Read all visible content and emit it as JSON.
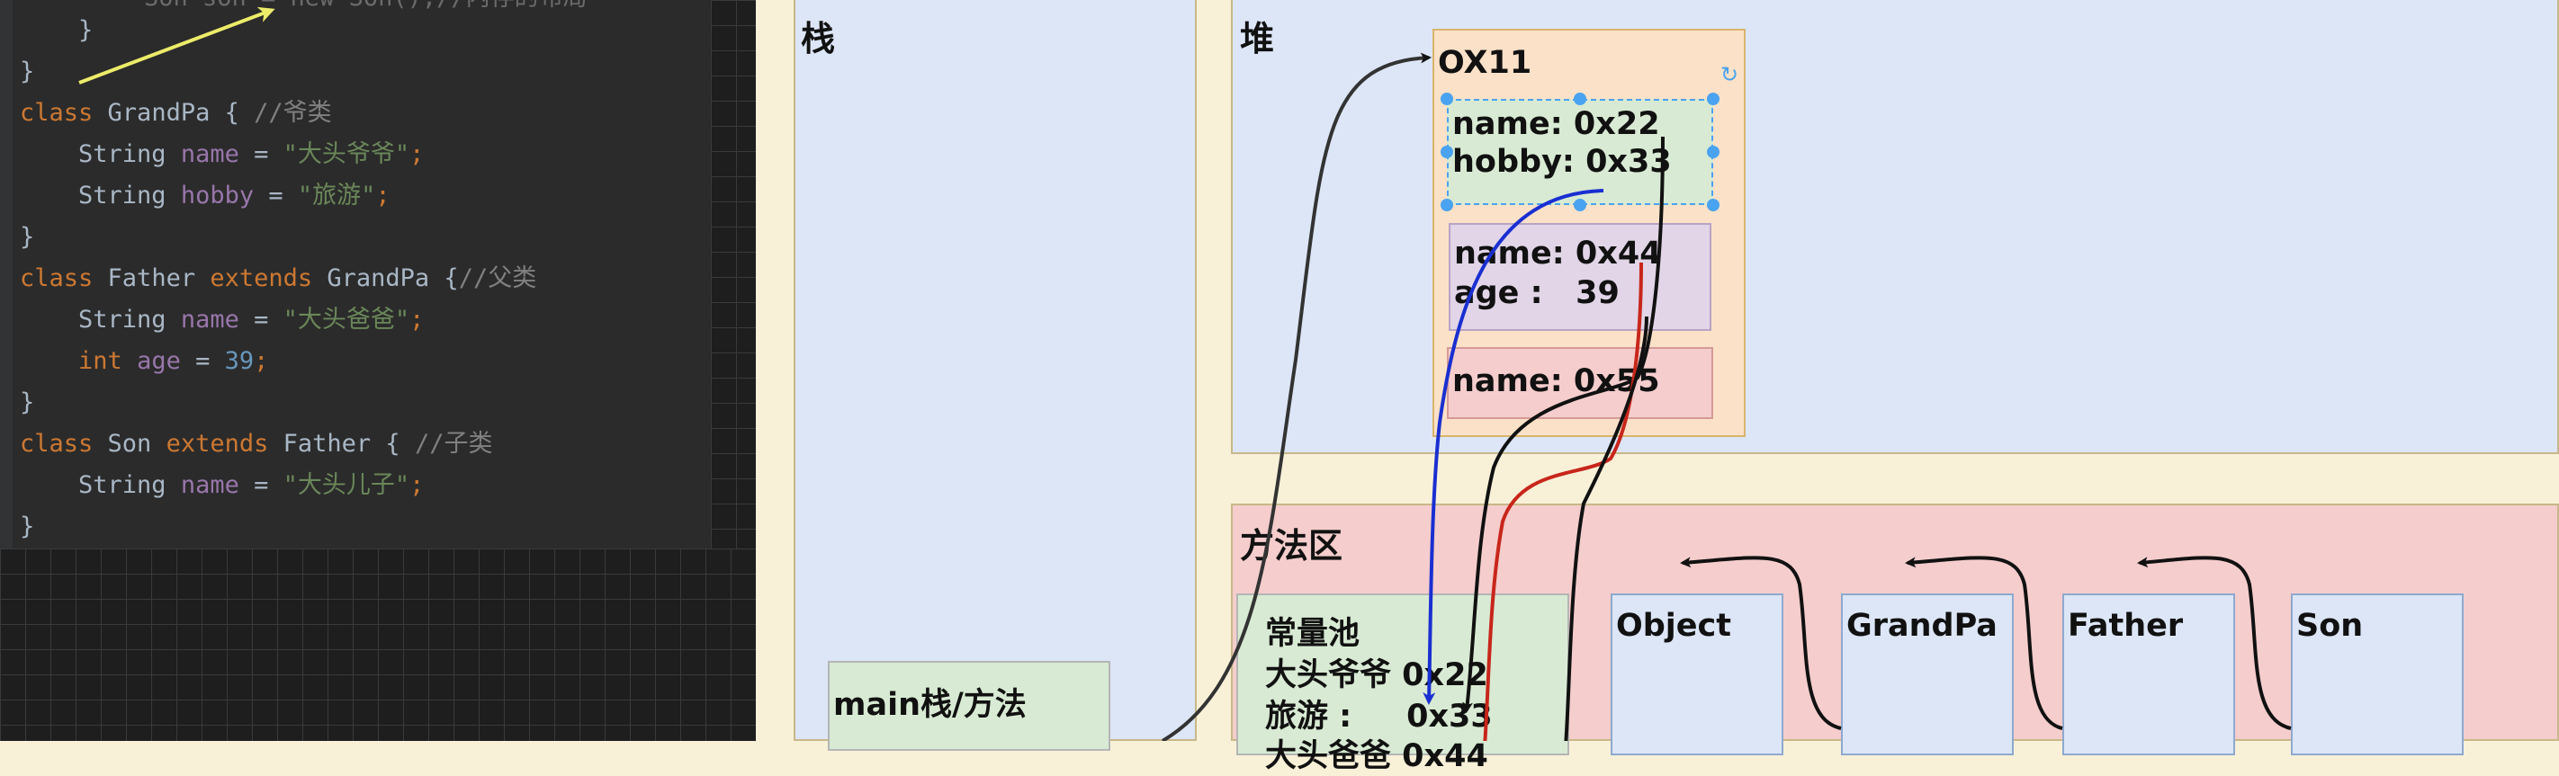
{
  "code": {
    "top_fragment": "Son son = new Son();//内存的布局",
    "lines": [
      {
        "indent": "    ",
        "tokens": [
          {
            "t": "}",
            "c": "id"
          }
        ]
      },
      {
        "indent": "",
        "tokens": [
          {
            "t": "}",
            "c": "id"
          }
        ]
      },
      {
        "indent": "",
        "tokens": [
          {
            "t": "class ",
            "c": "kw"
          },
          {
            "t": "GrandPa { ",
            "c": "id"
          },
          {
            "t": "//爷类",
            "c": "cm"
          }
        ]
      },
      {
        "indent": "    ",
        "tokens": [
          {
            "t": "String ",
            "c": "id"
          },
          {
            "t": "name",
            "c": "fld"
          },
          {
            "t": " = ",
            "c": "id"
          },
          {
            "t": "\"大头爷爷\"",
            "c": "str"
          },
          {
            "t": ";",
            "c": "kw"
          }
        ]
      },
      {
        "indent": "    ",
        "tokens": [
          {
            "t": "String ",
            "c": "id"
          },
          {
            "t": "hobby",
            "c": "fld"
          },
          {
            "t": " = ",
            "c": "id"
          },
          {
            "t": "\"旅游\"",
            "c": "str"
          },
          {
            "t": ";",
            "c": "kw"
          }
        ]
      },
      {
        "indent": "",
        "tokens": [
          {
            "t": "}",
            "c": "id"
          }
        ]
      },
      {
        "indent": "",
        "tokens": [
          {
            "t": "class ",
            "c": "kw"
          },
          {
            "t": "Father ",
            "c": "id"
          },
          {
            "t": "extends ",
            "c": "kw"
          },
          {
            "t": "GrandPa {",
            "c": "id"
          },
          {
            "t": "//父类",
            "c": "cm"
          }
        ]
      },
      {
        "indent": "    ",
        "tokens": [
          {
            "t": "String ",
            "c": "id"
          },
          {
            "t": "name",
            "c": "fld"
          },
          {
            "t": " = ",
            "c": "id"
          },
          {
            "t": "\"大头爸爸\"",
            "c": "str"
          },
          {
            "t": ";",
            "c": "kw"
          }
        ]
      },
      {
        "indent": "    ",
        "tokens": [
          {
            "t": "int ",
            "c": "kw"
          },
          {
            "t": "age",
            "c": "fld"
          },
          {
            "t": " = ",
            "c": "id"
          },
          {
            "t": "39",
            "c": "num"
          },
          {
            "t": ";",
            "c": "kw"
          }
        ]
      },
      {
        "indent": "",
        "tokens": [
          {
            "t": "}",
            "c": "id"
          }
        ]
      },
      {
        "indent": "",
        "tokens": [
          {
            "t": "class ",
            "c": "kw"
          },
          {
            "t": "Son ",
            "c": "id"
          },
          {
            "t": "extends ",
            "c": "kw"
          },
          {
            "t": "Father { ",
            "c": "id"
          },
          {
            "t": "//子类",
            "c": "cm"
          }
        ]
      },
      {
        "indent": "    ",
        "tokens": [
          {
            "t": "String ",
            "c": "id"
          },
          {
            "t": "name",
            "c": "fld"
          },
          {
            "t": " = ",
            "c": "id"
          },
          {
            "t": "\"大头儿子\"",
            "c": "str"
          },
          {
            "t": ";",
            "c": "kw"
          }
        ]
      },
      {
        "indent": "",
        "tokens": [
          {
            "t": "}",
            "c": "id"
          }
        ]
      }
    ]
  },
  "stack": {
    "label": "栈",
    "main_frame": "main栈/方法"
  },
  "heap": {
    "label": "堆",
    "object_address": "OX11",
    "grandpa_fields": [
      "name: 0x22",
      "hobby: 0x33"
    ],
    "father_fields": [
      "name: 0x44",
      "age :   39"
    ],
    "son_fields": [
      "name: 0x55"
    ]
  },
  "method_area": {
    "label": "方法区",
    "constant_pool": [
      "常量池",
      "大头爷爷 0x22",
      "旅游 :     0x33",
      "大头爸爸 0x44"
    ],
    "classes": [
      "Object",
      "GrandPa",
      "Father",
      "Son"
    ]
  },
  "colors": {
    "stack_bg": "#dce6f6",
    "heap_bg": "#dce6f6",
    "method_bg": "#f4cdcc",
    "object_bg": "#fbe1c8",
    "grandpa_bg": "#d8ead3",
    "father_bg": "#e1d5e7",
    "son_bg": "#f4cdcc",
    "pool_bg": "#d8ead3",
    "arrow_blue": "#1a2fd1",
    "arrow_red": "#c8261b",
    "arrow_black": "#111111",
    "pointer_yellow": "#ecec6a"
  }
}
